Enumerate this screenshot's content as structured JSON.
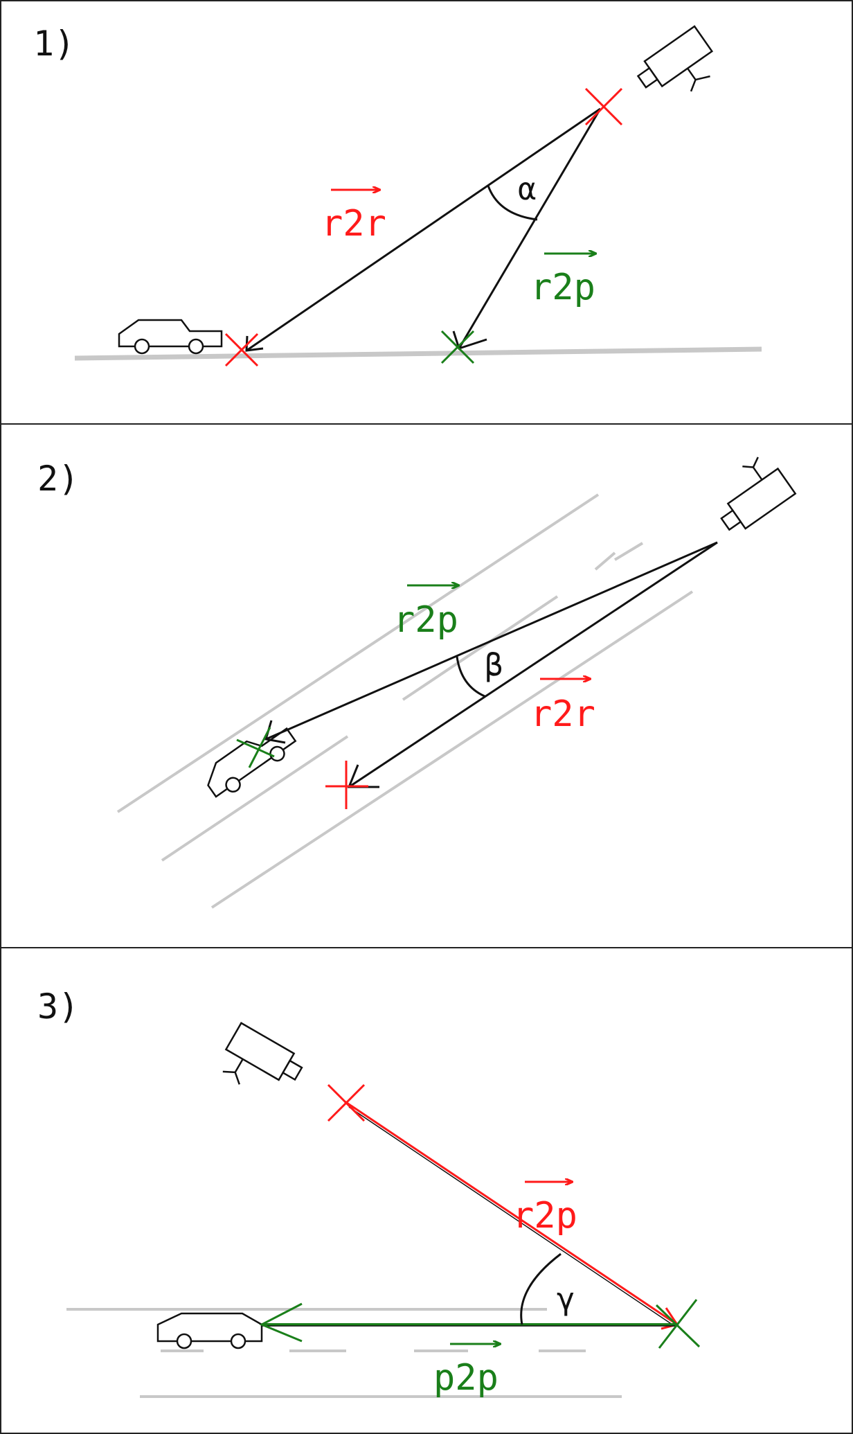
{
  "colors": {
    "red": "#ff1a1a",
    "green": "#1a7f1a",
    "black": "#111111",
    "road": "#c8c8c8",
    "panel_border": "#222222",
    "background": "#ffffff"
  },
  "icons": [
    "camera-icon",
    "car-icon",
    "cross-marker-icon"
  ],
  "panels": [
    {
      "number": "1)",
      "angle_symbol": "α",
      "labels": {
        "red_vector": "r2r",
        "green_vector": "r2p"
      }
    },
    {
      "number": "2)",
      "angle_symbol": "β",
      "labels": {
        "green_vector": "r2p",
        "red_vector": "r2r"
      }
    },
    {
      "number": "3)",
      "angle_symbol": "γ",
      "labels": {
        "red_vector": "r2p",
        "green_vector": "p2p"
      }
    }
  ]
}
